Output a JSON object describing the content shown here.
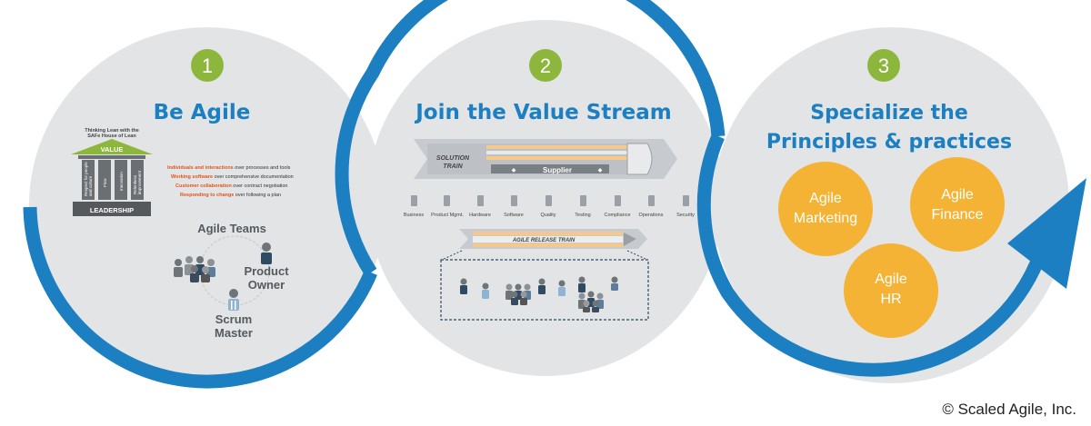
{
  "colors": {
    "blue": "#1b7fc1",
    "green": "#8db63c",
    "orange": "#f5b335",
    "circle_gray": "#e2e4e6",
    "red_text": "#e0561c",
    "gray_dark": "#555a5e"
  },
  "steps": [
    {
      "number": "1",
      "title": "Be Agile"
    },
    {
      "number": "2",
      "title": "Join the Value Stream"
    },
    {
      "number": "3",
      "title_line1": "Specialize the",
      "title_line2": "Principles & practices"
    }
  ],
  "house": {
    "caption_line1": "Thinking Lean with the",
    "caption_line2": "SAFe House of Lean",
    "roof": "VALUE",
    "base": "LEADERSHIP",
    "pillars": [
      {
        "line1": "Respect for people",
        "line2": "and culture"
      },
      {
        "line1": "Flow",
        "line2": ""
      },
      {
        "line1": "Innovation",
        "line2": ""
      },
      {
        "line1": "Relentless",
        "line2": "improvement"
      }
    ]
  },
  "manifesto": [
    {
      "bold": "Individuals and interactions",
      "rest": " over processes and tools"
    },
    {
      "bold": "Working software",
      "rest": " over comprehensive documentation"
    },
    {
      "bold": "Customer collaboration",
      "rest": " over contract negotiation"
    },
    {
      "bold": "Responding to change",
      "rest": " over following a plan"
    }
  ],
  "agile_teams": {
    "heading": "Agile Teams",
    "po_line1": "Product",
    "po_line2": "Owner",
    "sm_line1": "Scrum",
    "sm_line2": "Master"
  },
  "value_stream": {
    "solution_train_line1": "SOLUTION",
    "solution_train_line2": "TRAIN",
    "supplier": "Supplier",
    "functions": [
      "Business",
      "Product Mgmt.",
      "Hardware",
      "Software",
      "Quality",
      "Testing",
      "Compliance",
      "Operations",
      "Security"
    ],
    "art_label": "AGILE RELEASE TRAIN"
  },
  "specialize": [
    {
      "line1": "Agile",
      "line2": "Marketing"
    },
    {
      "line1": "Agile",
      "line2": "Finance"
    },
    {
      "line1": "Agile",
      "line2": "HR"
    }
  ],
  "copyright": "© Scaled Agile, Inc."
}
